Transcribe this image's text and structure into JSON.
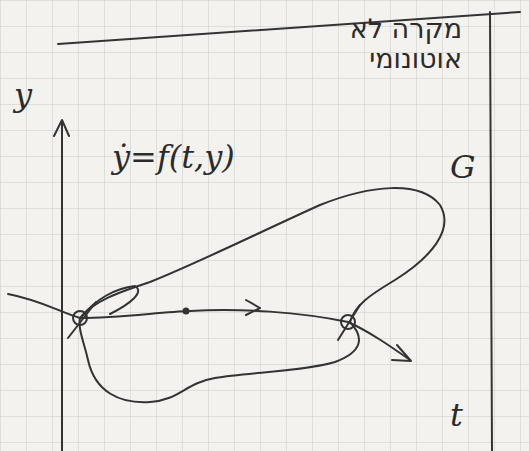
{
  "diagram": {
    "labels": [
      "מקרה לא אוטונומי",
      "y",
      "ẏ=f(t,y)",
      "G",
      "t"
    ]
  }
}
